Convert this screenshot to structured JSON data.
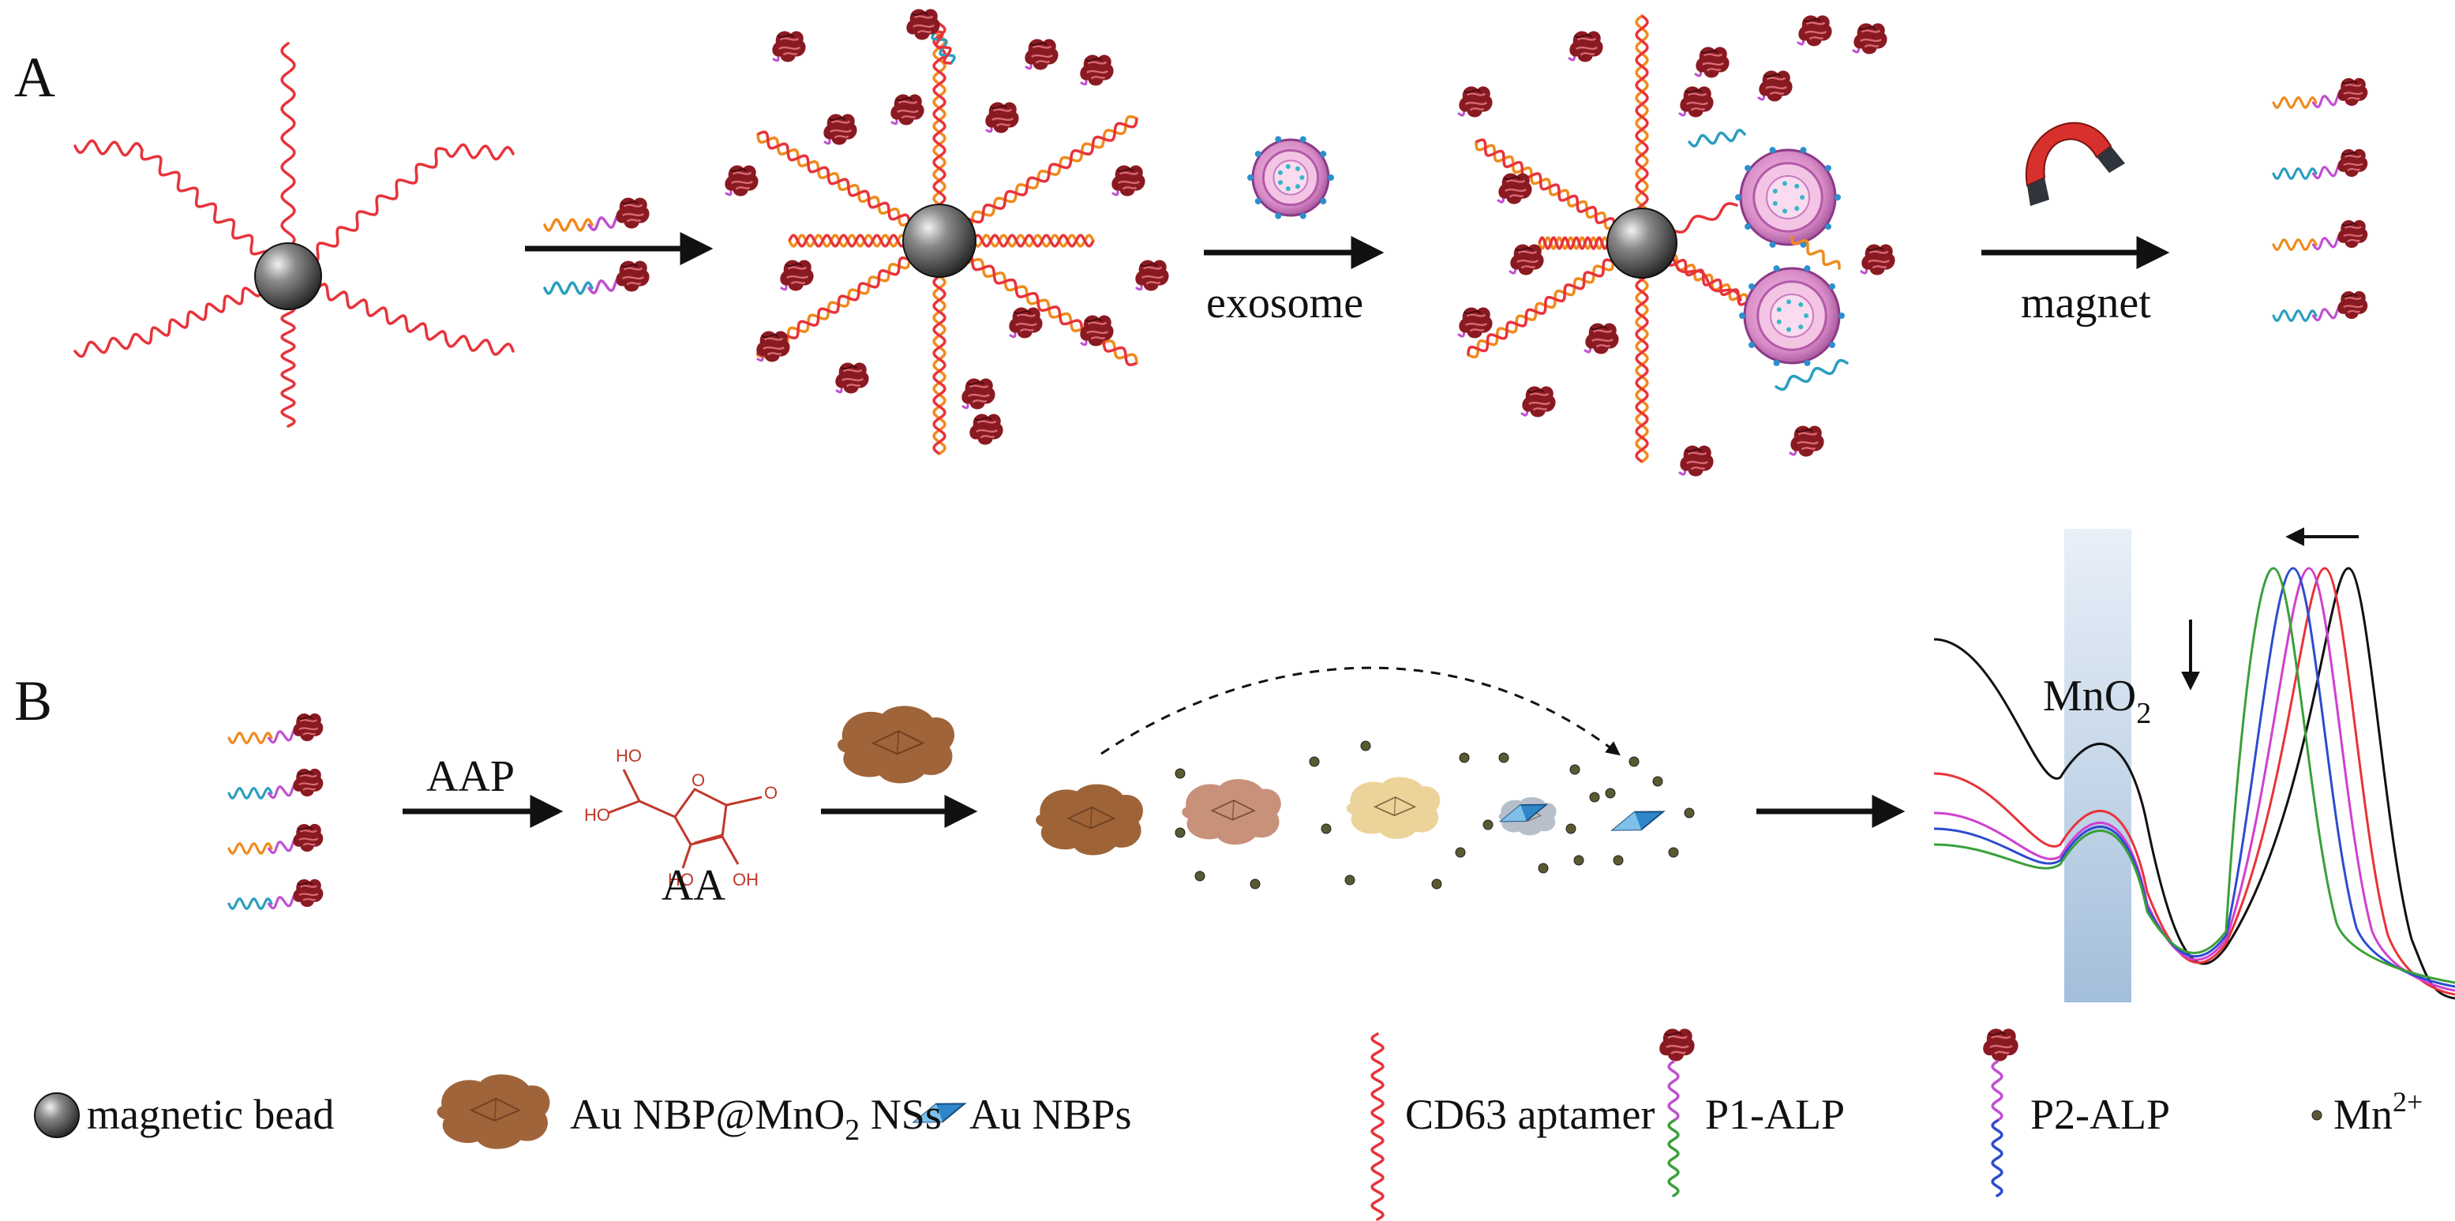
{
  "panels": {
    "a_label": "A",
    "b_label": "B"
  },
  "panel_a": {
    "step2_label": "exosome",
    "step3_label": "magnet"
  },
  "panel_b": {
    "step1_label": "AAP",
    "product_label": "AA",
    "spectrum_annotation": "MnO",
    "spectrum_annotation_sub": "2"
  },
  "legend": {
    "magnetic_bead": "magnetic bead",
    "nanosheet": "Au NBP@MnO",
    "nanosheet_sub": "2",
    "nanosheet_suffix": " NSs",
    "au_nbps": "Au NBPs",
    "aptamer": "CD63 aptamer",
    "p1": "P1-ALP",
    "p2": "P2-ALP",
    "mn": "Mn",
    "mn_sup": "2+"
  },
  "colors": {
    "aptamer": "#e8333a",
    "orange_strand": "#f08a1c",
    "teal_strand": "#2a9ec0",
    "magenta_strand": "#c050d0",
    "green_strand": "#3aa03a",
    "blue_strand": "#2e4bd0",
    "enzyme": "#8a1a22",
    "nanosheet": "#a0643a",
    "au_nbp": "#2f86c8",
    "bead": "#555555",
    "mn_dot": "#5a5a32"
  }
}
